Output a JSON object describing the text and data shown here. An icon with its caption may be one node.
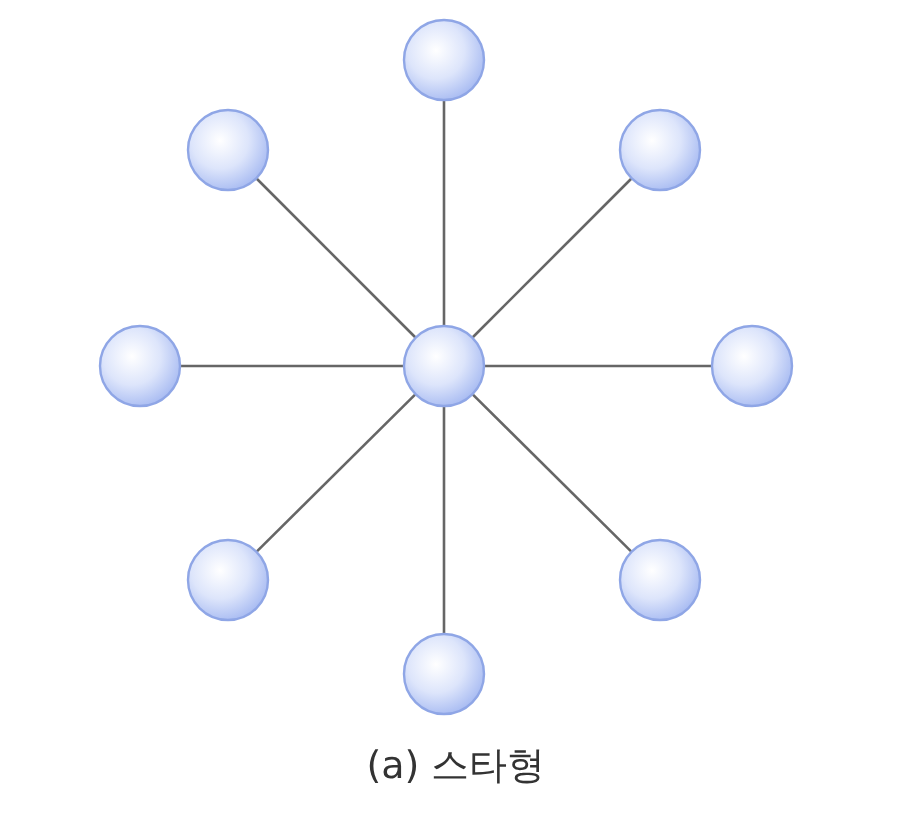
{
  "diagram": {
    "caption": "(a) 스타형",
    "nodes": [
      {
        "text": [],
        "shape": "circle"
      },
      {
        "text": [],
        "shape": "circle"
      },
      {
        "text": [],
        "shape": "circle"
      },
      {
        "text": [],
        "shape": "circle"
      },
      {
        "text": [],
        "shape": "circle"
      },
      {
        "text": [],
        "shape": "circle"
      },
      {
        "text": [],
        "shape": "circle"
      },
      {
        "text": [],
        "shape": "circle"
      },
      {
        "text": [],
        "shape": "circle"
      }
    ],
    "edges": [
      {
        "from": 0,
        "to": 1,
        "arrow": "none"
      },
      {
        "from": 0,
        "to": 2,
        "arrow": "none"
      },
      {
        "from": 0,
        "to": 3,
        "arrow": "none"
      },
      {
        "from": 0,
        "to": 4,
        "arrow": "none"
      },
      {
        "from": 0,
        "to": 5,
        "arrow": "none"
      },
      {
        "from": 0,
        "to": 6,
        "arrow": "none"
      },
      {
        "from": 0,
        "to": 7,
        "arrow": "none"
      },
      {
        "from": 0,
        "to": 8,
        "arrow": "none"
      }
    ]
  }
}
